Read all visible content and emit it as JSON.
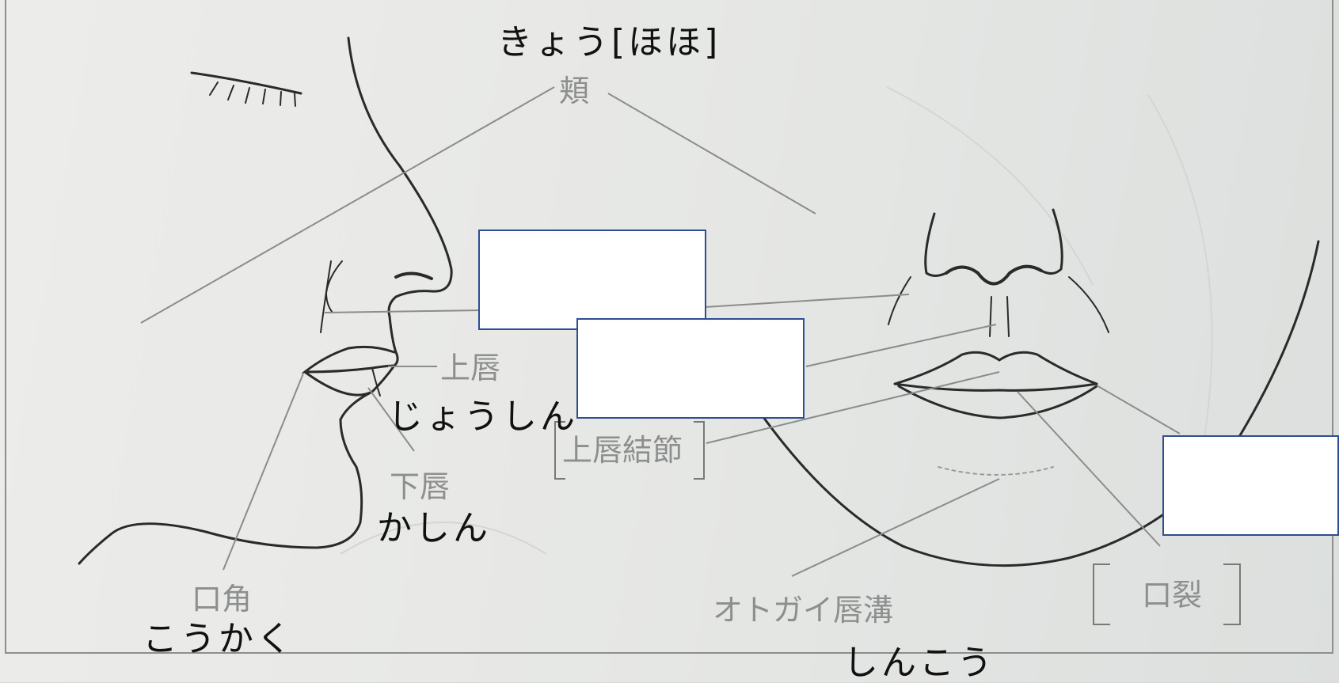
{
  "labels": {
    "cheek": "頬",
    "cheek_reading": "きょう[ほほ]",
    "upper_lip": "上唇",
    "upper_lip_reading": "じょうしん",
    "upper_lip_tubercle": "上唇結節",
    "lower_lip": "下唇",
    "lower_lip_reading": "かしん",
    "mouth_corner": "口角",
    "mouth_corner_reading": "こうかく",
    "mentolabial_sulcus": "オトガイ唇溝",
    "mentolabial_sulcus_reading": "しんこう",
    "oral_fissure": "口裂"
  },
  "colors": {
    "line_art": "#2a2a2a",
    "leader_line": "#8a8d8c",
    "printed_text": "#8c8f8e",
    "handwritten_text": "#111111",
    "answer_box_border": "#2f4d92",
    "answer_box_fill": "#ffffff"
  }
}
